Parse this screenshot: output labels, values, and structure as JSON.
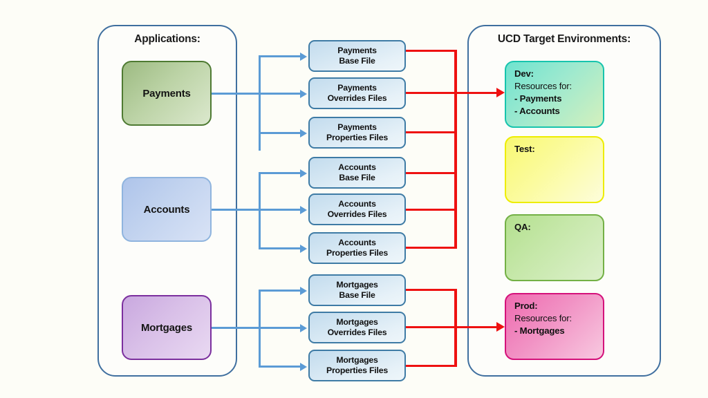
{
  "diagram": {
    "background": "#fdfdf7",
    "accent_blue": "#5b9bd5",
    "accent_red": "#ee1111",
    "panel_border": "#3f6f9f"
  },
  "panels": {
    "applications": {
      "title": "Applications:"
    },
    "environments": {
      "title": "UCD Target Environments:"
    }
  },
  "applications": [
    {
      "label": "Payments",
      "color": "#4e7a32"
    },
    {
      "label": "Accounts",
      "color": "#8fb4de"
    },
    {
      "label": "Mortgages",
      "color": "#7b2f9e"
    }
  ],
  "files": [
    {
      "line1": "Payments",
      "line2": "Base File"
    },
    {
      "line1": "Payments",
      "line2": "Overrides Files"
    },
    {
      "line1": "Payments",
      "line2": "Properties Files"
    },
    {
      "line1": "Accounts",
      "line2": "Base File"
    },
    {
      "line1": "Accounts",
      "line2": "Overrides Files"
    },
    {
      "line1": "Accounts",
      "line2": "Properties Files"
    },
    {
      "line1": "Mortgages",
      "line2": "Base File"
    },
    {
      "line1": "Mortgages",
      "line2": "Overrides Files"
    },
    {
      "line1": "Mortgages",
      "line2": "Properties Files"
    }
  ],
  "environments": [
    {
      "name": "Dev:",
      "subtitle": "Resources for:",
      "resources": [
        "- Payments",
        "- Accounts"
      ],
      "color": "#17c4ad"
    },
    {
      "name": "Test:",
      "subtitle": "",
      "resources": [],
      "color": "#eded00"
    },
    {
      "name": "QA:",
      "subtitle": "",
      "resources": [],
      "color": "#73b045"
    },
    {
      "name": "Prod:",
      "subtitle": "Resources for:",
      "resources": [
        "- Mortgages"
      ],
      "color": "#d4117a"
    }
  ]
}
